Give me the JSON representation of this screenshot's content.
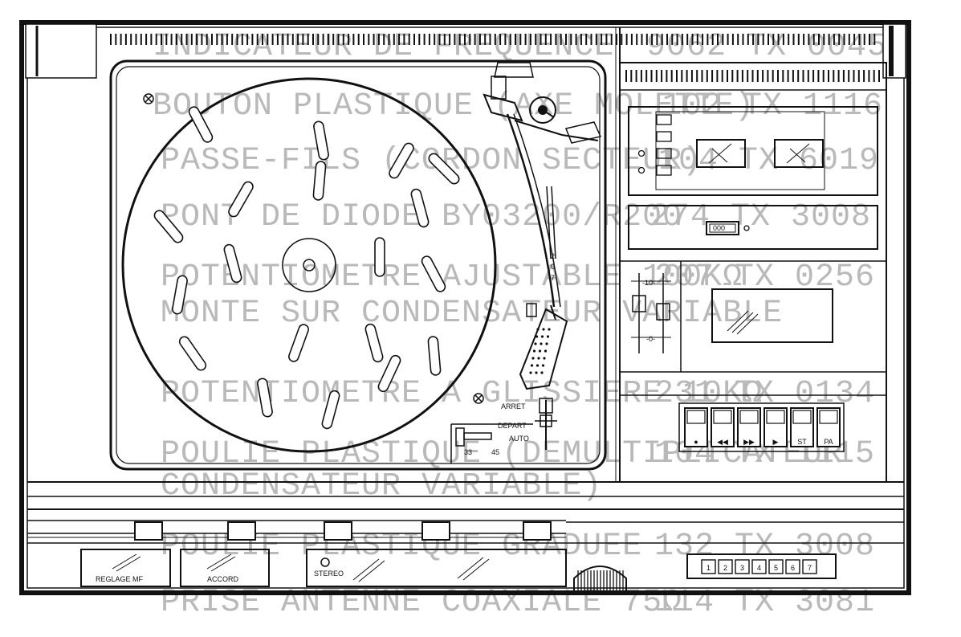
{
  "background_text": [
    "9062 TX 0045",
    "INDICATEUR DE FREQUENCE",
    "102 TX 1116",
    "BOUTON PLASTIQUE (AXE MOLETTE)",
    "104 TX 6019",
    "PASSE-FILS (CORDON SECTEUR)",
    "274 TX 3008",
    "PONT DE DIODE BY03200/R200",
    "207 TX 0256",
    "POTENTIOMETRE AJUSTABLE 100KΩ",
    "MONTE SUR CONDENSATEUR VARIABLE",
    "231 TX 0134",
    "POTENTIOMETRE A GLISSIERE 10KΩ",
    "104 TX 1115",
    "POULIE PLASTIQUE (DEMULTIPLICATEUR",
    "CONDENSATEUR VARIABLE)",
    "132 TX 3008",
    "POULIE PLASTIQUE GRADUEE",
    "114 TX 3081",
    "PRISE ANTENNE COAXIALE 75Ω"
  ],
  "turntable": {
    "arm_marks": [
      "2",
      "0",
      "7"
    ],
    "stop_label": "ARRET",
    "start_label": "DEPART",
    "auto_label": "AUTO",
    "speed_33": "33",
    "speed_45": "45"
  },
  "cassette": {
    "counter": "000",
    "slider_scale_top": "-10-",
    "slider_scale_bottom": "-0-",
    "transport_buttons": [
      "●",
      "◀◀",
      "▶▶",
      "▶",
      "ST",
      "PA"
    ]
  },
  "tuner": {
    "mf_label": "REGLAGE MF",
    "tune_label": "ACCORD",
    "stereo_label": "STEREO",
    "presets": [
      "1",
      "2",
      "3",
      "4",
      "5",
      "6",
      "7"
    ]
  }
}
